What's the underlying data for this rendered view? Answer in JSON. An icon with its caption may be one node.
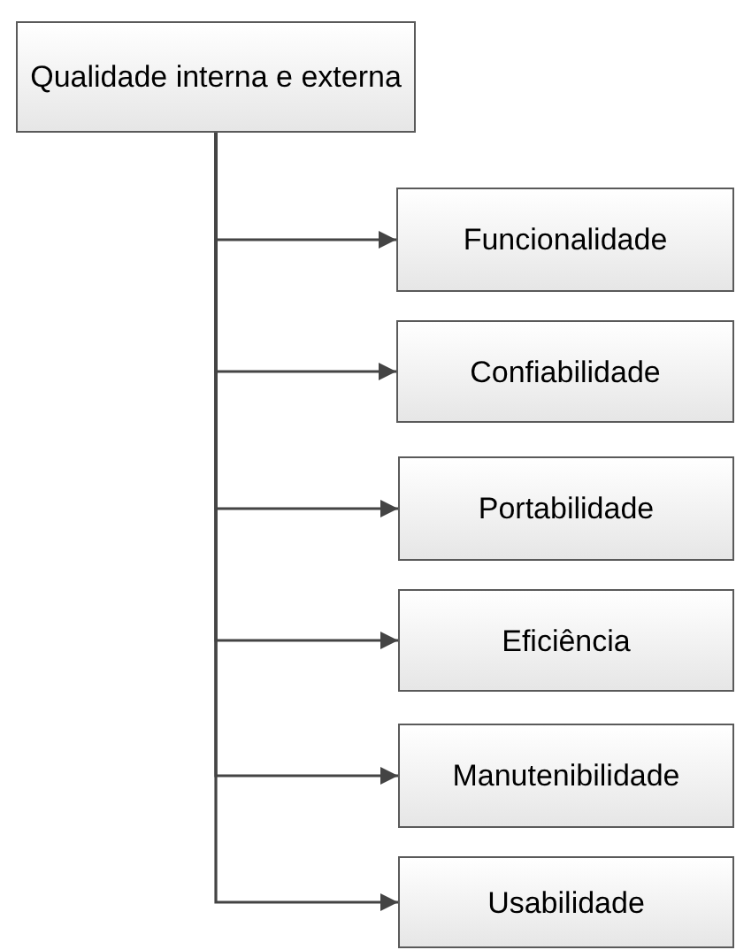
{
  "diagram": {
    "nodes": [
      {
        "text": [
          "Qualidade interna e externa"
        ]
      },
      {
        "text": [
          "Funcionalidade"
        ]
      },
      {
        "text": [
          "Confiabilidade"
        ]
      },
      {
        "text": [
          "Portabilidade"
        ]
      },
      {
        "text": [
          "Eficiência"
        ]
      },
      {
        "text": [
          "Manutenibilidade"
        ]
      },
      {
        "text": [
          "Usabilidade"
        ]
      }
    ],
    "edges": [
      {
        "from": 0,
        "to": 1,
        "arrow": "to"
      },
      {
        "from": 0,
        "to": 2,
        "arrow": "to"
      },
      {
        "from": 0,
        "to": 3,
        "arrow": "to"
      },
      {
        "from": 0,
        "to": 4,
        "arrow": "to"
      },
      {
        "from": 0,
        "to": 5,
        "arrow": "to"
      },
      {
        "from": 0,
        "to": 6,
        "arrow": "to"
      }
    ]
  }
}
